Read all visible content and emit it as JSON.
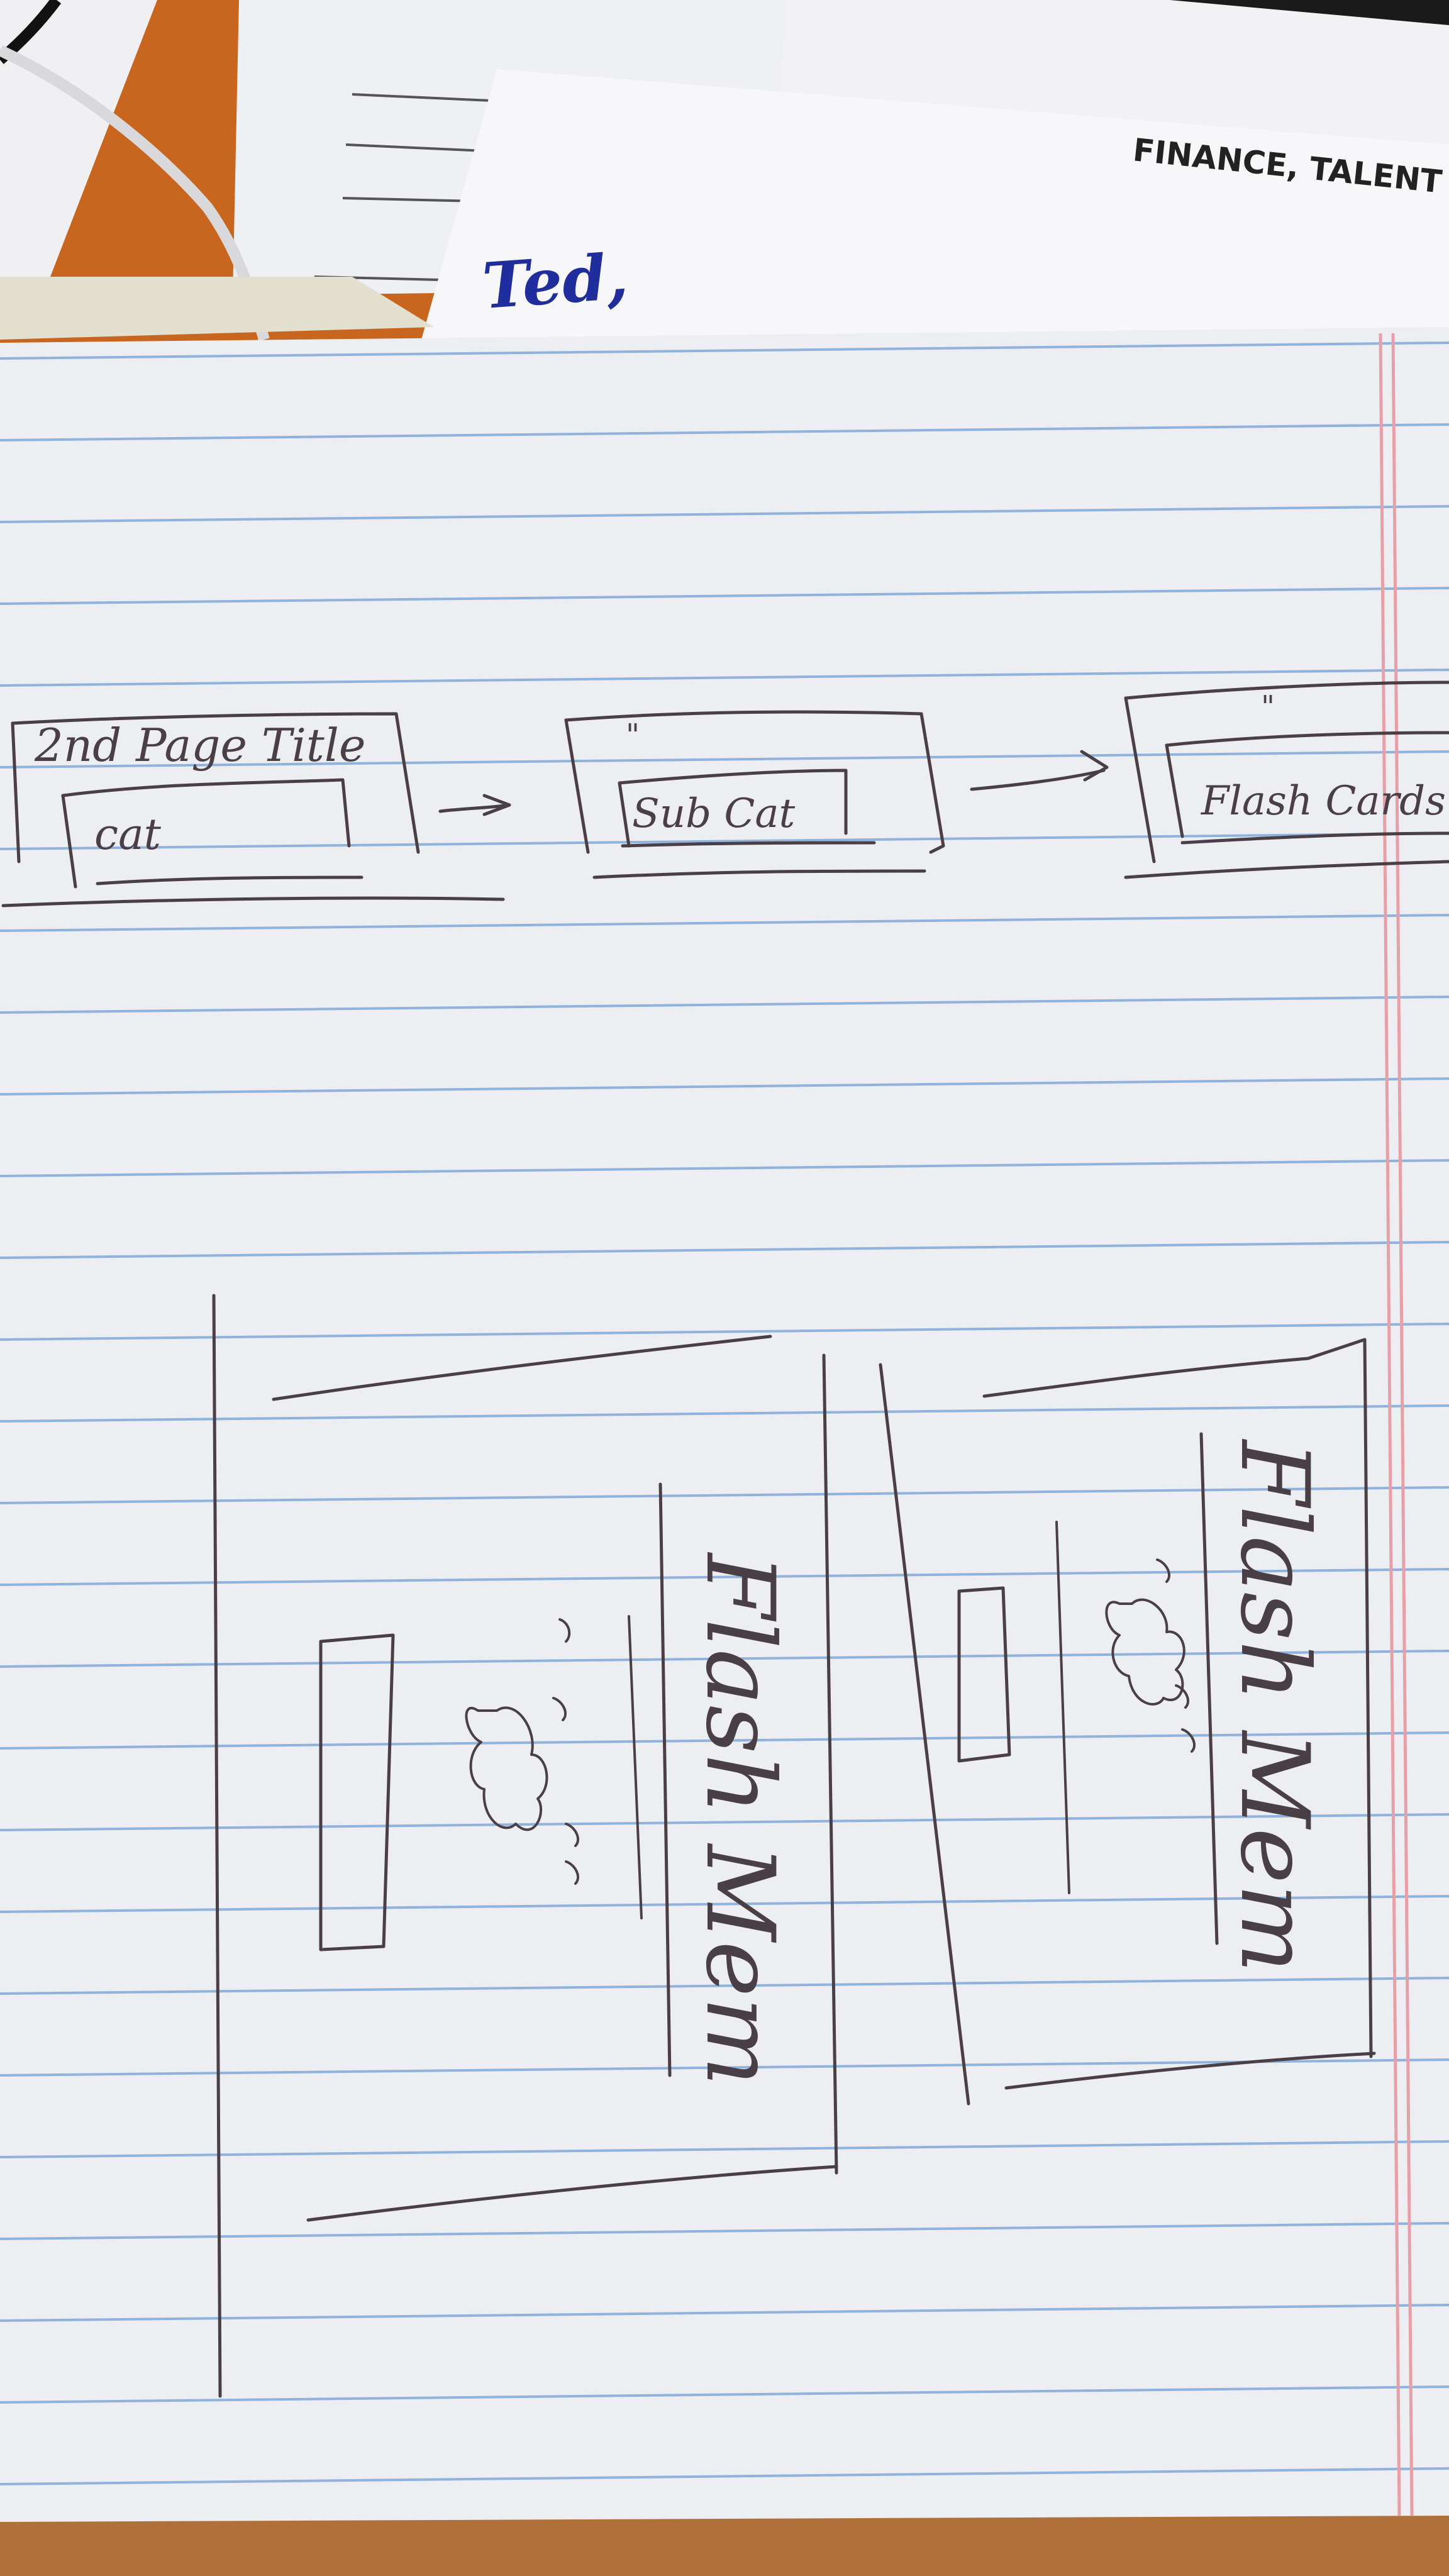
{
  "background_papers": {
    "printed_header": "FINANCE, TALENT M",
    "handwritten_note": "Ted,"
  },
  "sketch": {
    "screen_1": {
      "page_title": "2nd Page Title",
      "button_label": "cat"
    },
    "screen_2": {
      "title_mark": "\"",
      "button_label": "Sub Cat"
    },
    "screen_3": {
      "title_mark": "\"",
      "button_label": "Flash Cards"
    },
    "flash_card_1": {
      "title": "Flash Mem"
    },
    "flash_card_2": {
      "title": "Flash Mem"
    }
  },
  "colors": {
    "notebook_paper": "#eceef2",
    "ruled_line": "#8fb3dd",
    "margin_line": "#e7a0a8",
    "ink": "#4a3f45",
    "blue_pen": "#1f2e9c",
    "desk": "#c8651e"
  }
}
